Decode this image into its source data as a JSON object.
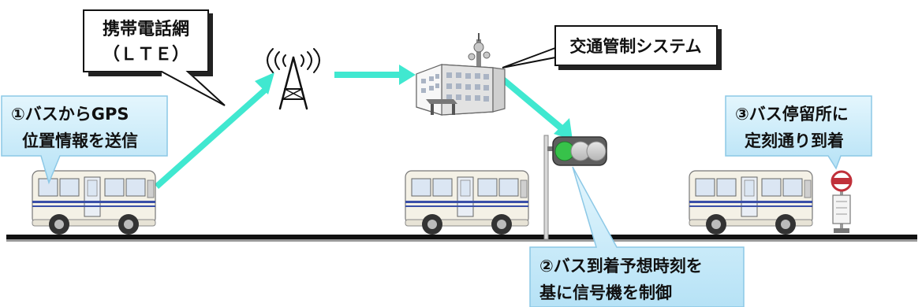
{
  "callouts": {
    "network_line1": "携帯電話網",
    "network_line2": "（ＬＴＥ）",
    "traffic_system": "交通管制システム",
    "step1_line1": "①バスからGPS",
    "step1_line2": "位置情報を送信",
    "step2_line1": "②バス到着予想時刻を",
    "step2_line2": "基に信号機を制御",
    "step3_line1": "③バス停留所に",
    "step3_line2": "定刻通り到着"
  },
  "colors": {
    "arrow": "#40e8d0",
    "blue_callout": "#c8ecfa",
    "blue_callout_border": "#8cc8e6",
    "signal_green": "#37c24a",
    "bus_stripe": "#3a4fa8",
    "road": "#111111"
  },
  "icons": [
    "antenna-icon",
    "building-icon",
    "traffic-signal-icon",
    "bus-icon",
    "bus-stop-sign-icon"
  ]
}
